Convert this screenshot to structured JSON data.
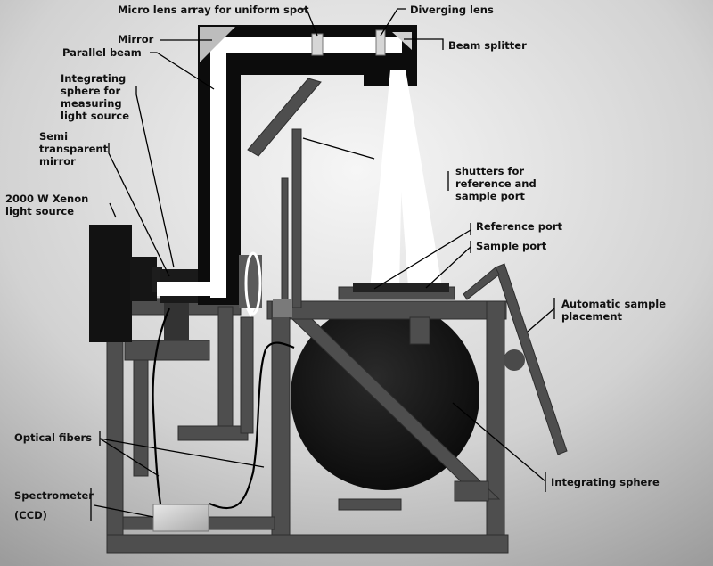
{
  "labels": {
    "micro_lens": "Micro lens array for uniform spot",
    "diverging_lens": "Diverging lens",
    "mirror": "Mirror",
    "beam_splitter": "Beam splitter",
    "parallel_beam": "Parallel beam",
    "integrating_sphere_measuring": [
      "Integrating",
      "sphere for",
      "measuring",
      "light source"
    ],
    "semi_transparent_mirror": [
      "Semi",
      "transparent",
      "mirror"
    ],
    "xenon_source": [
      "2000 W Xenon",
      "light source"
    ],
    "shutters": [
      "shutters for",
      "reference and",
      "sample port"
    ],
    "reference_port": "Reference port",
    "sample_port": "Sample port",
    "automatic_sample_placement": [
      "Automatic sample",
      "placement"
    ],
    "optical_fibers": "Optical fibers",
    "spectrometer": [
      "Spectrometer",
      "(CCD)"
    ],
    "integrating_sphere": "Integrating sphere"
  },
  "colors": {
    "background_light": "#f4f4f4",
    "background_dark": "#9a9a9a",
    "structure": "#4e4e4e",
    "beam_housing": "#0c0c0c",
    "light_beam": "#ffffff",
    "sphere": "#1a1a1a"
  }
}
